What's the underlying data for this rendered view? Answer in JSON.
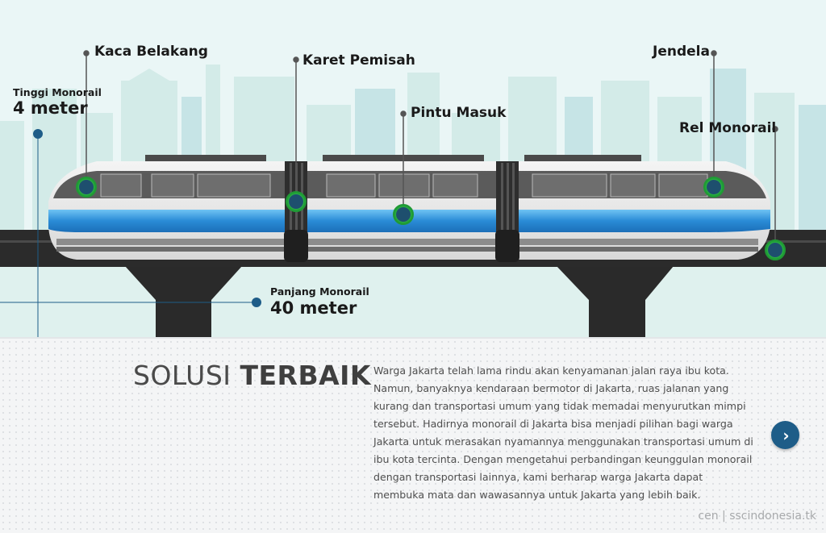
{
  "labels": {
    "kaca_belakang": "Kaca Belakang",
    "karet_pemisah": "Karet Pemisah",
    "pintu_masuk": "Pintu Masuk",
    "jendela": "Jendela",
    "rel_monorail": "Rel Monorail"
  },
  "dimensions": {
    "height_label": "Tinggi Monorail",
    "height_value": "4 meter",
    "length_label": "Panjang Monorail",
    "length_value": "40 meter"
  },
  "section": {
    "title_light": "SOLUSI",
    "title_bold": "TERBAIK",
    "body": "Warga Jakarta telah lama rindu akan kenyamanan jalan raya ibu kota. Namun, banyaknya kendaraan bermotor di Jakarta, ruas jalanan yang kurang dan transportasi umum yang tidak memadai menyurutkan mimpi tersebut. Hadirnya monorail di Jakarta bisa menjadi pilihan bagi warga Jakarta untuk merasakan nyamannya menggunakan transportasi umum di ibu kota tercinta. Dengan mengetahui perbandingan keunggulan monorail dengan transportasi lainnya, kami berharap warga Jakarta dapat membuka mata dan wawasannya untuk Jakarta yang lebih baik.",
    "next_icon": "chevron-right-icon"
  },
  "credit": "cen | sscindonesia.tk",
  "colors": {
    "sky": "#eaf6f6",
    "skyline": "#cfe9e6",
    "track": "#2b2b2b",
    "stripe": "#2a8bd6",
    "hotspot": "#3ee05a",
    "button": "#1e5d88"
  }
}
